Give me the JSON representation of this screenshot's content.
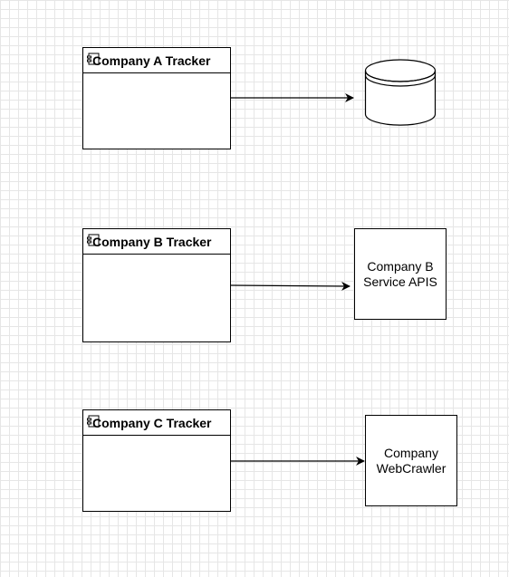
{
  "trackers": [
    {
      "id": "a",
      "title": "Company A Tracker"
    },
    {
      "id": "b",
      "title": "Company B Tracker"
    },
    {
      "id": "c",
      "title": "Company C Tracker"
    }
  ],
  "targets": [
    {
      "id": "database",
      "icon": "database-icon"
    },
    {
      "id": "service-apis",
      "label": "Company B\nService APIS"
    },
    {
      "id": "webcrawler",
      "label": "Company\nWebCrawler"
    }
  ],
  "connections": [
    {
      "from": "Company A Tracker",
      "to": "database"
    },
    {
      "from": "Company B Tracker",
      "to": "Company B Service APIS"
    },
    {
      "from": "Company C Tracker",
      "to": "Company WebCrawler"
    }
  ],
  "colors": {
    "stroke": "#000000",
    "grid": "#e6e6e6",
    "background": "#ffffff"
  }
}
